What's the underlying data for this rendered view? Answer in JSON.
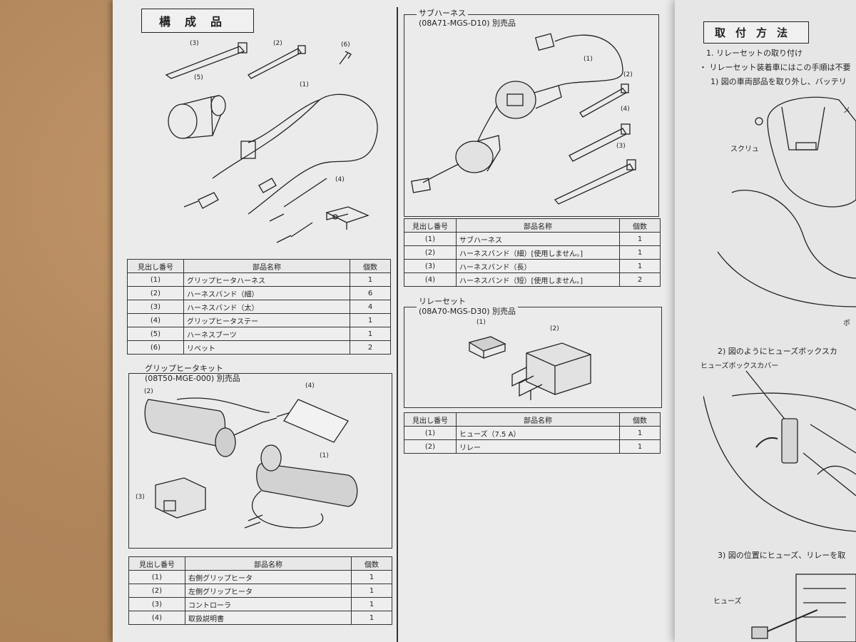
{
  "main_title": "構成品",
  "section1": {
    "callouts": [
      "(3)",
      "(2)",
      "(6)",
      "(5)",
      "(1)",
      "(4)"
    ],
    "headers": [
      "見出し番号",
      "部品名称",
      "個数"
    ],
    "rows": [
      [
        "(1)",
        "グリップヒータハーネス",
        "1"
      ],
      [
        "(2)",
        "ハーネスバンド（細）",
        "6"
      ],
      [
        "(3)",
        "ハーネスバンド（太）",
        "4"
      ],
      [
        "(4)",
        "グリップヒータステー",
        "1"
      ],
      [
        "(5)",
        "ハーネスブーツ",
        "1"
      ],
      [
        "(6)",
        "リベット",
        "2"
      ]
    ]
  },
  "grip_kit": {
    "title": "グリップヒータキット",
    "part_no": "(08T50-MGE-000) 別売品",
    "callouts": [
      "(2)",
      "(4)",
      "(1)",
      "(3)"
    ],
    "headers": [
      "見出し番号",
      "部品名称",
      "個数"
    ],
    "rows": [
      [
        "(1)",
        "右側グリップヒータ",
        "1"
      ],
      [
        "(2)",
        "左側グリップヒータ",
        "1"
      ],
      [
        "(3)",
        "コントローラ",
        "1"
      ],
      [
        "(4)",
        "取扱説明書",
        "1"
      ]
    ]
  },
  "sub_harness": {
    "title": "サブハーネス",
    "part_no": "(08A71-MGS-D10) 別売品",
    "callouts": [
      "(1)",
      "(2)",
      "(4)",
      "(3)"
    ],
    "headers": [
      "見出し番号",
      "部品名称",
      "個数"
    ],
    "rows": [
      [
        "(1)",
        "サブハーネス",
        "1"
      ],
      [
        "(2)",
        "ハーネスバンド（細）[使用しません。]",
        "1"
      ],
      [
        "(3)",
        "ハーネスバンド（長）",
        "1"
      ],
      [
        "(4)",
        "ハーネスバンド（短）[使用しません。]",
        "2"
      ]
    ]
  },
  "relay_set": {
    "title": "リレーセット",
    "part_no": "(08A70-MGS-D30) 別売品",
    "callouts": [
      "(1)",
      "(2)"
    ],
    "headers": [
      "見出し番号",
      "部品名称",
      "個数"
    ],
    "rows": [
      [
        "(1)",
        "ヒューズ（7.5 A）",
        "1"
      ],
      [
        "(2)",
        "リレー",
        "1"
      ]
    ]
  },
  "right_page": {
    "title": "取付方法",
    "step1": "1.  リレーセットの取り付け",
    "bullet": "・ リレーセット装着車にはこの手順は不要",
    "sub1": "1) 図の車両部品を取り外し、バッテリ",
    "label_screw": "スクリュ",
    "label_me": "メ",
    "label_bo": "ボ",
    "sub2": "2) 図のようにヒューズボックスカ",
    "label_fuse_cover": "ヒューズボックスカバー",
    "sub3": "3) 図の位置にヒューズ、リレーを取",
    "label_fuse": "ヒューズ"
  }
}
